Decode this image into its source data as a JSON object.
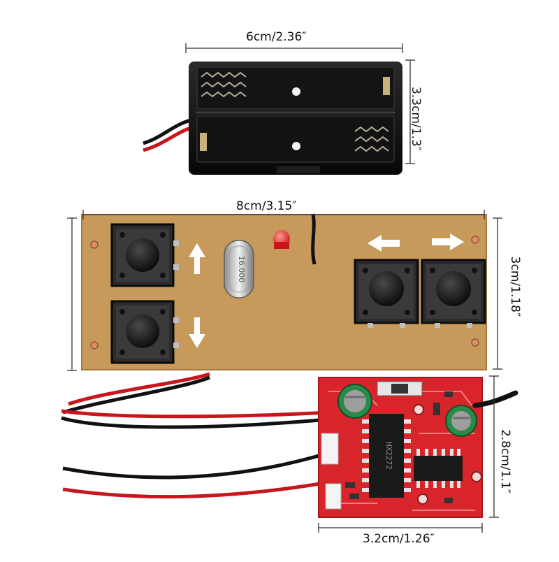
{
  "dimensions": {
    "battery_width": "6cm/2.36″",
    "battery_height": "3.3cm/1.3″",
    "remote_width": "8cm/3.15″",
    "remote_height": "3cm/1.18″",
    "receiver_height": "2.8cm/1.1″",
    "receiver_width": "3.2cm/1.26″"
  },
  "crystal": {
    "label": "16.000"
  },
  "chip": {
    "label": "HX2272"
  }
}
